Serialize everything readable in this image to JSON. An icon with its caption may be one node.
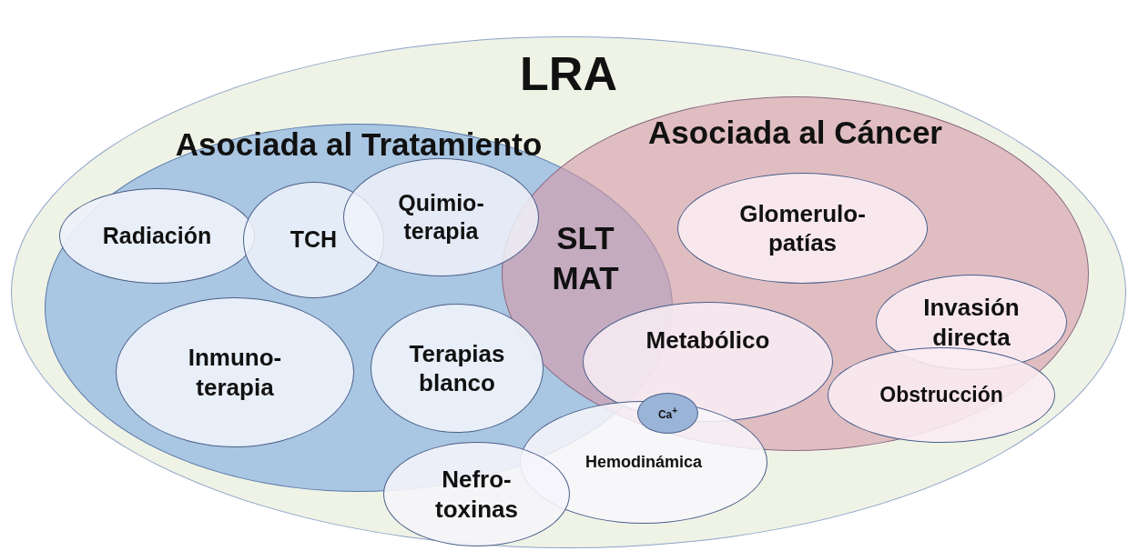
{
  "diagram": {
    "nodes": [
      {
        "text": [
          "LRA"
        ]
      },
      {
        "text": [
          "Asociada al Tratamiento"
        ],
        "in": 0
      },
      {
        "text": [
          "Asociada al Cáncer"
        ],
        "in": 0
      },
      {
        "text": [
          "Radiación"
        ],
        "in": 1
      },
      {
        "text": [
          "TCH"
        ],
        "in": 1
      },
      {
        "text": [
          "Quimio- terapia"
        ],
        "in": 1
      },
      {
        "text": [
          "Inmuno- terapia"
        ],
        "in": 1
      },
      {
        "text": [
          "Terapias blanco"
        ],
        "in": 1
      },
      {
        "text": [
          "Glomerulo- patías"
        ],
        "in": 2
      },
      {
        "text": [
          "Invasión directa"
        ],
        "in": 2
      },
      {
        "text": [
          "Obstrucción"
        ],
        "in": 2
      },
      {
        "text": [
          "Metabólico"
        ],
        "in": 2
      },
      {
        "text": [
          "Ca$^{+}$"
        ],
        "in": 2
      },
      {
        "text": [
          "Hemodinámica"
        ],
        "in": 0
      },
      {
        "text": [
          "Nefro- toxinas"
        ],
        "in": 0
      }
    ],
    "labels": [
      "SLT MAT"
    ]
  }
}
